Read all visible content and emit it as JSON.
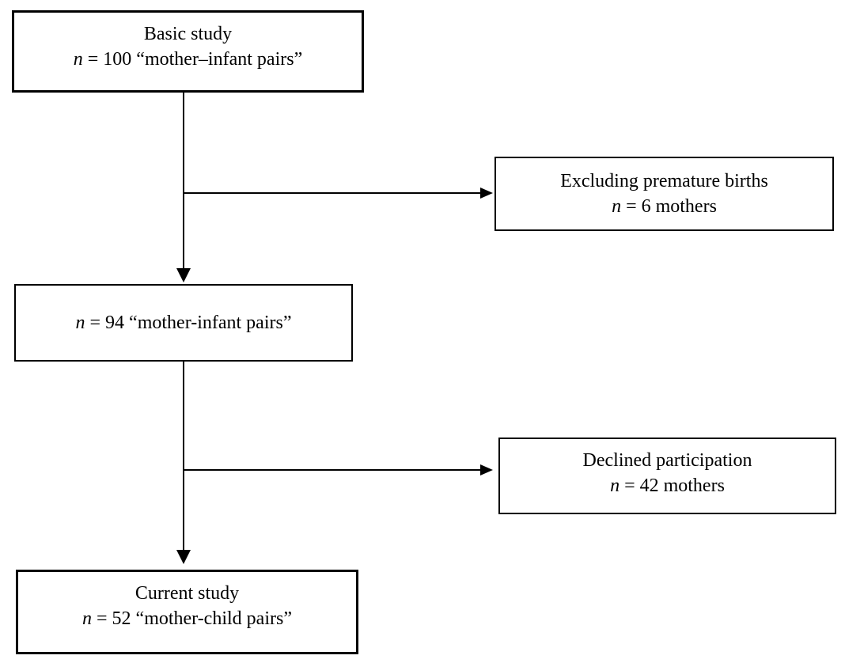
{
  "colors": {
    "background": "#ffffff",
    "box_border": "#000000",
    "line": "#000000",
    "text": "#000000"
  },
  "boxes": {
    "basic_study": {
      "title": "Basic study",
      "n_symbol": "n",
      "value_text": " = 100 “mother–infant pairs”"
    },
    "eligible": {
      "n_symbol": "n",
      "value_text": " = 94 “mother-infant pairs”"
    },
    "excluded_premature": {
      "title": "Excluding premature births",
      "n_symbol": "n",
      "value_text": " = 6 mothers"
    },
    "declined": {
      "title": "Declined participation",
      "n_symbol": "n",
      "value_text": " = 42 mothers"
    },
    "current_study": {
      "title": "Current study",
      "n_symbol": "n",
      "value_text": " = 52 “mother-child pairs”"
    }
  },
  "arrows": [
    {
      "from": "basic_study",
      "to": "eligible",
      "direction": "down"
    },
    {
      "from": "basic_study",
      "to": "excluded_premature",
      "direction": "right"
    },
    {
      "from": "eligible",
      "to": "current_study",
      "direction": "down"
    },
    {
      "from": "eligible",
      "to": "declined",
      "direction": "right"
    }
  ]
}
